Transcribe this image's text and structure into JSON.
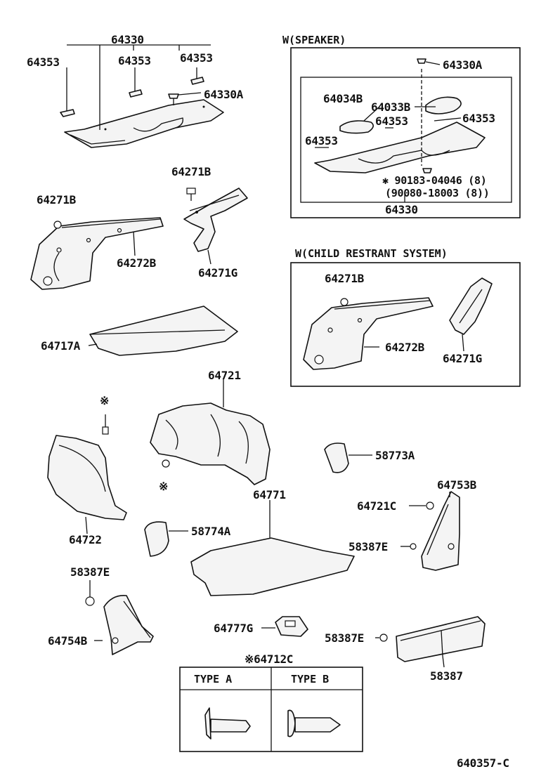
{
  "labels": {
    "p64330_top": "64330",
    "p64353_a": "64353",
    "p64353_b": "64353",
    "p64353_c": "64353",
    "p64330a_top": "64330A",
    "p64271b_left": "64271B",
    "p64271b_mid": "64271B",
    "p64272b_left": "64272B",
    "p64271g_left": "64271G",
    "p64717a": "64717A",
    "p64721": "64721",
    "star_top": "※",
    "star_bottom": "※",
    "p64722": "64722",
    "p58773a": "58773A",
    "p64753b": "64753B",
    "p64721c": "64721C",
    "p58387e_mid": "58387E",
    "p64771": "64771",
    "p58774a": "58774A",
    "p58387e_left": "58387E",
    "p64754b": "64754B",
    "p64777g": "64777G",
    "p58387e_bottom": "58387E",
    "p58387": "58387"
  },
  "speaker_box": {
    "title": "W(SPEAKER)",
    "p64330a": "64330A",
    "p64034b": "64034B",
    "p64033b": "64033B",
    "p64353_r": "64353",
    "p64353_m": "64353",
    "p64353_l": "64353",
    "note1": "✱ 90183-04046 (8)",
    "note2": "(90080-18003 (8))",
    "p64330": "64330"
  },
  "child_box": {
    "title": "W(CHILD RESTRANT SYSTEM)",
    "p64271b": "64271B",
    "p64272b": "64272B",
    "p64271g": "64271G"
  },
  "type_table": {
    "title": "※64712C",
    "type_a": "TYPE A",
    "type_b": "TYPE B"
  },
  "figure_code": "640357-C"
}
